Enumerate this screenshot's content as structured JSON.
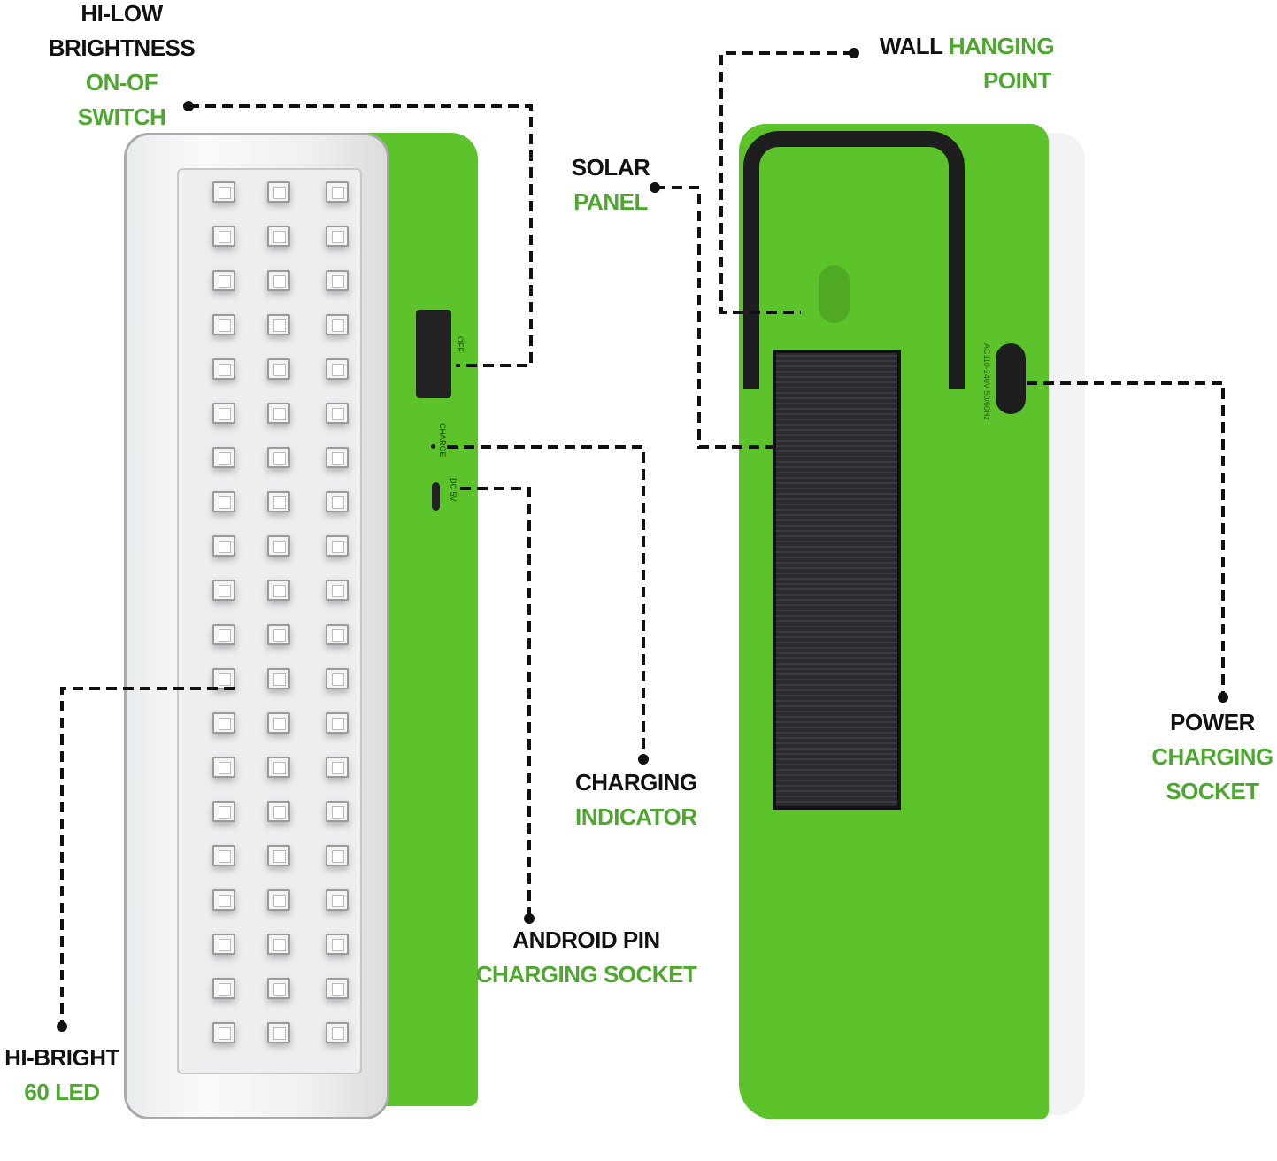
{
  "labels": {
    "switch": {
      "line1": "HI-LOW",
      "line2": "BRIGHTNESS",
      "line3": "ON-OF",
      "line4": "SWITCH"
    },
    "wall": {
      "black": "WALL",
      "green": "HANGING",
      "line2": "POINT"
    },
    "solar": {
      "line1": "SOLAR",
      "line2": "PANEL"
    },
    "indicator": {
      "line1": "CHARGING",
      "line2": "INDICATOR"
    },
    "power": {
      "line1": "POWER",
      "line2": "CHARGING",
      "line3": "SOCKET"
    },
    "android": {
      "line1": "ANDROID PIN",
      "line2": "CHARGING SOCKET"
    },
    "led": {
      "line1": "HI-BRIGHT",
      "line2": "60 LED"
    }
  },
  "device_text": {
    "off": "OFF",
    "charge": "CHARGE",
    "dc": "DC 5V",
    "ac": "AC110-240V 50/60Hz"
  },
  "colors": {
    "body_green": "#5cc42a",
    "label_green": "#4ea72e"
  }
}
